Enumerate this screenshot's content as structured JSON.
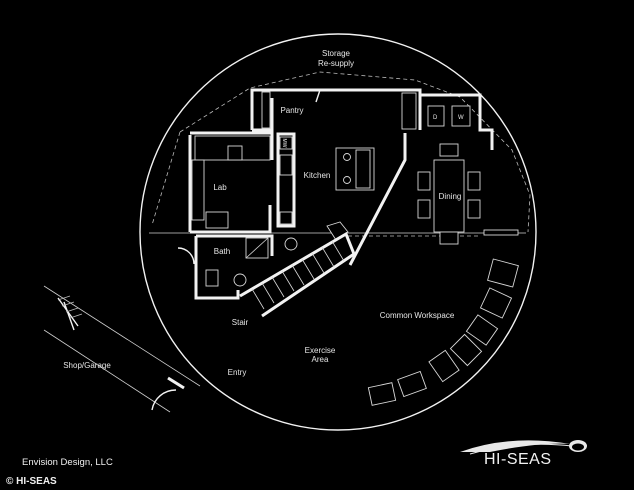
{
  "rooms": {
    "storage": "Storage",
    "resupply": "Re-supply",
    "pantry": "Pantry",
    "lab": "Lab",
    "kitchen": "Kitchen",
    "dining": "Dining",
    "bath": "Bath",
    "stair": "Stair",
    "common_workspace": "Common Workspace",
    "exercise": "Exercise",
    "area": "Area",
    "entry": "Entry",
    "shop_garage": "Shop/Garage"
  },
  "appliances": {
    "dryer": "D",
    "washer": "W",
    "microwave": "MW"
  },
  "credit": "Envision Design, LLC",
  "copyright": "© HI-SEAS",
  "logo_text": "HI-SEAS",
  "colors": {
    "background": "#000000",
    "lines": "#f2f2f2",
    "text": "#e6e6e6"
  }
}
